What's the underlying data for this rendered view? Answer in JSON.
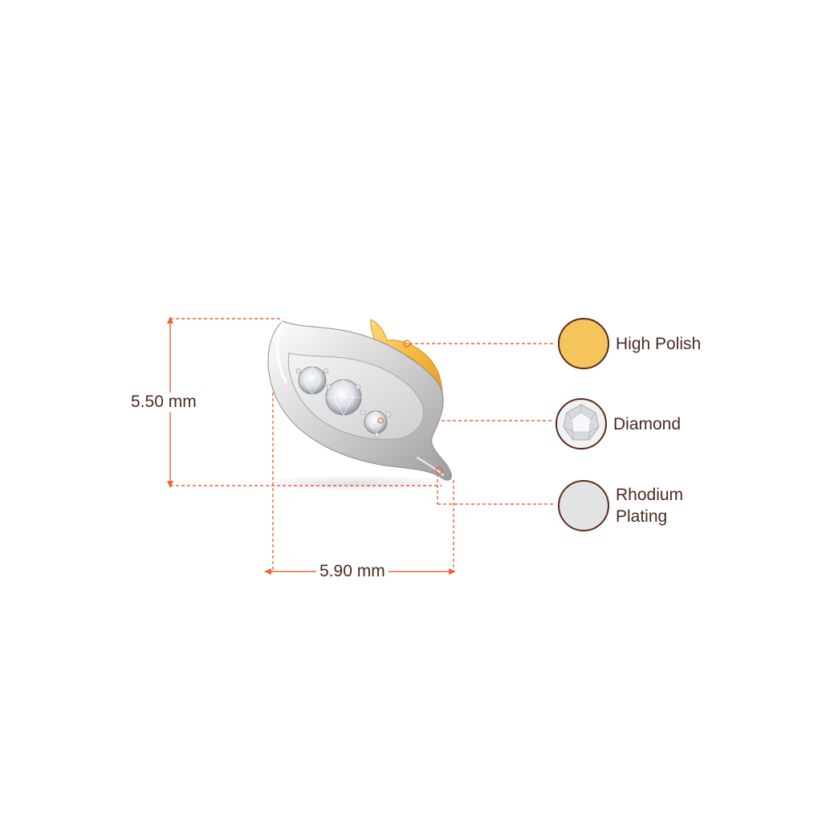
{
  "dimensions": {
    "height_label": "5.50 mm",
    "width_label": "5.90 mm"
  },
  "materials": [
    {
      "label": "High Polish",
      "swatch_color": "#f5c55c",
      "icon": "gold-swatch-icon"
    },
    {
      "label": "Diamond",
      "swatch_color": "#e8e8ea",
      "icon": "diamond-swatch-icon"
    },
    {
      "label": "Rhodium\nPlating",
      "swatch_color": "#e3e3e5",
      "icon": "rhodium-swatch-icon"
    }
  ],
  "colors": {
    "dimension_line": "#e8673a",
    "text": "#4a2a20",
    "swatch_border": "#5a2a1c",
    "gold": "#f2b53a",
    "white_gold": "#dcdcdc"
  }
}
